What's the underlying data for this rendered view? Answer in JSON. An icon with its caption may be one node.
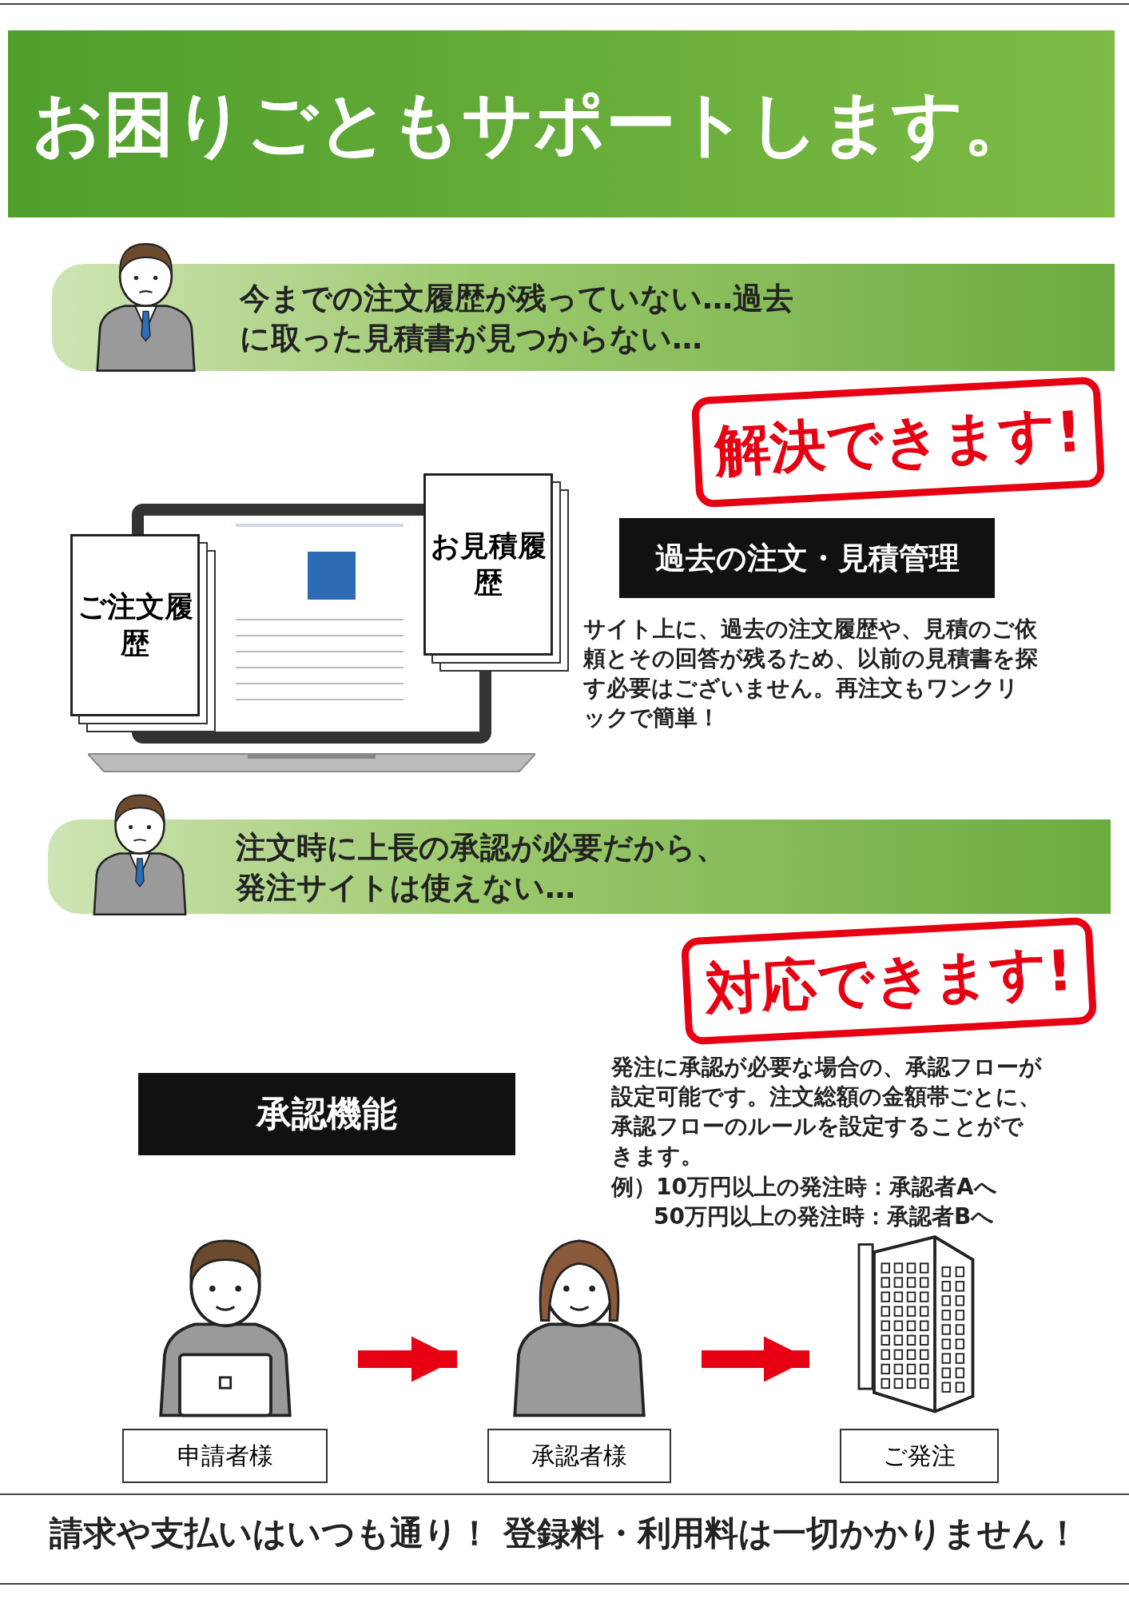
{
  "diagram": {
    "title": "お困りごともサポートします。",
    "nodes": [
      {
        "text": [
          "今までの注文履歴が残っていない…過去に取った見積書が見つからない…"
        ]
      },
      {
        "text": [
          "解決できます!"
        ]
      },
      {
        "text": [
          "ご注文履歴"
        ]
      },
      {
        "text": [
          "お見積履歴"
        ]
      },
      {
        "text": [
          "過去の注文・見積管理"
        ]
      },
      {
        "text": [
          "注文時に上長の承認が必要だから、発注サイトは使えない…"
        ]
      },
      {
        "text": [
          "対応できます!"
        ]
      },
      {
        "text": [
          "承認機能"
        ]
      },
      {
        "text": [
          "申請者様"
        ]
      },
      {
        "text": [
          "承認者様"
        ]
      },
      {
        "text": [
          "ご発注"
        ]
      }
    ],
    "edges": [
      {
        "from": 8,
        "to": 9,
        "arrow": "to"
      },
      {
        "from": 9,
        "to": 10,
        "arrow": "to"
      }
    ],
    "labels": [
      "サイト上に、過去の注文履歴や、見積のご依頼とその回答が残るため、以前の見積書を探す必要はございません。再注文もワンクリックで簡単！",
      "発注に承認が必要な場合の、承認フローが設定可能です。注文総額の金額帯ごとに、承認フローのルールを設定することができます。",
      "例）10万円以上の発注時：承認者Aへ",
      "50万円以上の発注時：承認者Bへ",
      "請求や支払いはいつも通り！ 登録料・利用料は一切かかりません！"
    ]
  }
}
